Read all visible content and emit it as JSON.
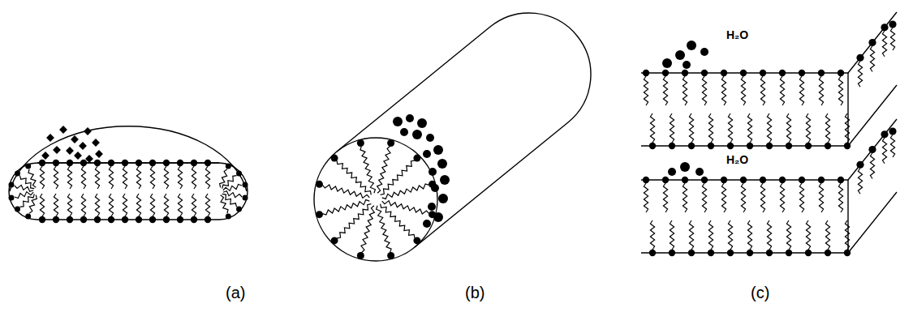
{
  "diagram": {
    "labels": [
      "H₂O",
      "H₂O",
      "(a)",
      "(b)",
      "(c)"
    ]
  }
}
